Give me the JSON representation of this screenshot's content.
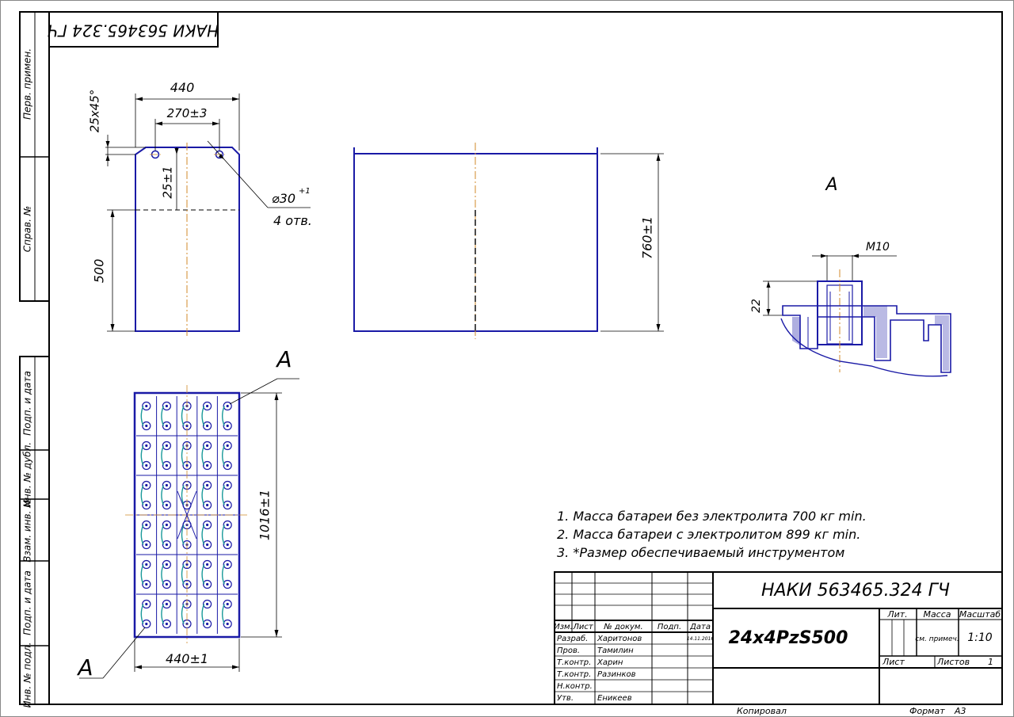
{
  "stamp_rotated": "НАКИ 563465.324 ГЧ",
  "side_column": {
    "perv_primen": "Перв. примен.",
    "sprav_no": "Справ. №",
    "podp_data_top": "Подп. и дата",
    "inv_dubl": "Инв. № дубл.",
    "vzam_inv": "Взам. инв. №",
    "podp_data_bottom": "Подп. и дата",
    "inv_podl": "Инв. № подл."
  },
  "top_view": {
    "dim_440": "440",
    "dim_chamfer": "25x45°",
    "dim_270": "270±3",
    "dim_25": "25±1",
    "dim_500": "500",
    "hole_dia": "⌀30",
    "hole_tol": "+1",
    "hole_count": "4 отв."
  },
  "front_view": {
    "dim_760": "760±1"
  },
  "detail_a": {
    "title": "А",
    "thread": "М10",
    "dim_22": "22"
  },
  "plan_view": {
    "label_a_top": "А",
    "label_a_bottom": "А",
    "dim_1016": "1016±1",
    "dim_440": "440±1",
    "rows": 12,
    "cols": 5
  },
  "notes": [
    "1. Масса батареи без электролита 700 кг min.",
    "2. Масса батареи с электролитом 899 кг min.",
    "3. *Размер обеспечиваемый инструментом"
  ],
  "title_block": {
    "doc_number": "НАКИ 563465.324 ГЧ",
    "product_name": "24x4PzS500",
    "hdr_izm": "Изм.",
    "hdr_list": "Лист",
    "hdr_dokum": "№ докум.",
    "hdr_podp": "Подп.",
    "hdr_data": "Дата",
    "razrab": "Разраб.",
    "prov": "Пров.",
    "tkontr1": "Т.контр.",
    "tkontr2": "Т.контр.",
    "nkontr": "Н.контр.",
    "utv": "Утв.",
    "name_razrab": "Харитонов",
    "name_prov": "Тамилин",
    "name_tkontr1": "Харин",
    "name_tkontr2": "Разинков",
    "name_utv": "Еникеев",
    "date_razrab": "14.11.2016",
    "lit": "Лит.",
    "massa": "Масса",
    "masshtab": "Масштаб",
    "massa_value": "см. примеч.",
    "scale_value": "1:10",
    "list_lbl": "Лист",
    "listov_lbl": "Листов",
    "listov_value": "1",
    "kopiroval": "Копировал",
    "format_lbl": "Формат",
    "format_value": "А3"
  }
}
